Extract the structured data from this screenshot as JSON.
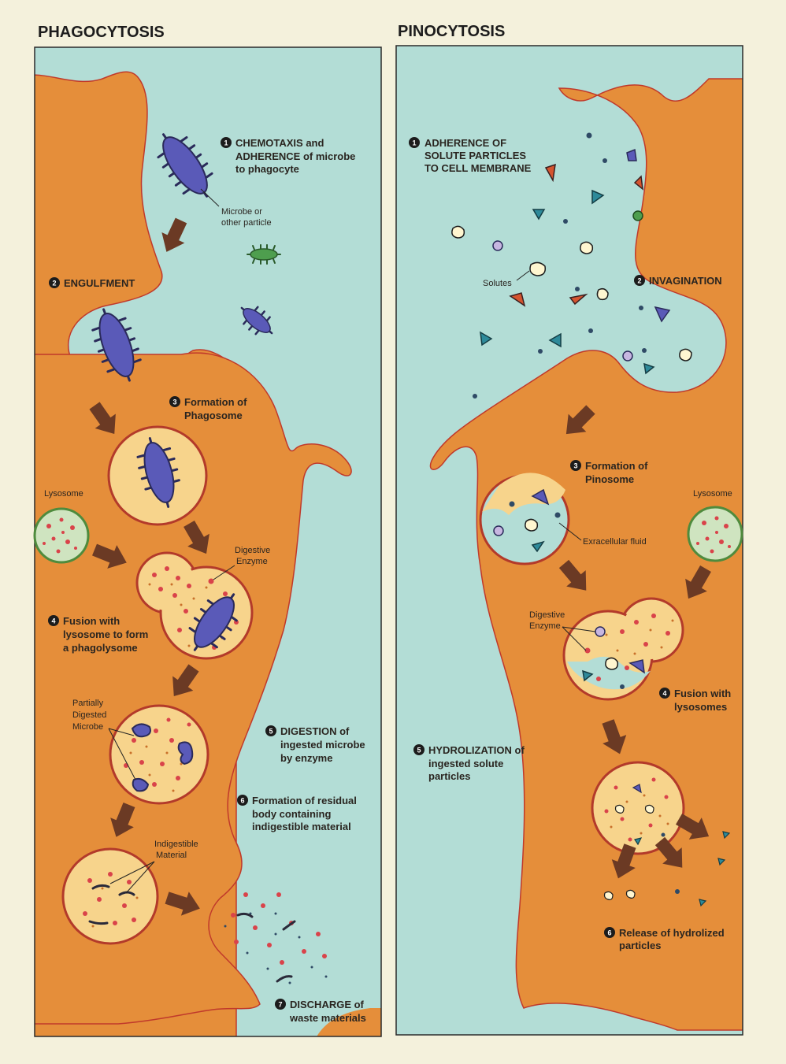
{
  "titles": {
    "left": "PHAGOCYTOSIS",
    "right": "PINOCYTOSIS"
  },
  "colors": {
    "background": "#f4f1dc",
    "extracellular": "#b3ddd6",
    "cytoplasm": "#e58e3a",
    "vesicle_fill": "#f7d48c",
    "vesicle_border": "#b33a2a",
    "microbe": "#5a5ab8",
    "lysosome": "#cfe4c0",
    "arrow": "#6b3a24"
  },
  "phagocytosis": {
    "steps": [
      {
        "num": "1",
        "lines": [
          "CHEMOTAXIS and",
          "ADHERENCE of microbe",
          "to phagocyte"
        ]
      },
      {
        "num": "2",
        "lines": [
          "ENGULFMENT"
        ]
      },
      {
        "num": "3",
        "lines": [
          "Formation of",
          "Phagosome"
        ]
      },
      {
        "num": "4",
        "lines": [
          "Fusion with",
          "lysosome to form",
          "a phagolysome"
        ]
      },
      {
        "num": "5",
        "lines": [
          "DIGESTION of",
          "ingested microbe",
          "by enzyme"
        ]
      },
      {
        "num": "6",
        "lines": [
          "Formation of residual",
          "body containing",
          "indigestible material"
        ]
      },
      {
        "num": "7",
        "lines": [
          "DISCHARGE of",
          "waste materials"
        ]
      }
    ],
    "labels": {
      "microbe": [
        "Microbe or",
        "other particle"
      ],
      "lysosome": [
        "Lysosome"
      ],
      "digestive_enzyme": [
        "Digestive",
        "Enzyme"
      ],
      "partially_digested": [
        "Partially",
        "Digested",
        "Microbe"
      ],
      "indigestible": [
        "Indigestible",
        "Material"
      ]
    }
  },
  "pinocytosis": {
    "steps": [
      {
        "num": "1",
        "lines": [
          "ADHERENCE OF",
          "SOLUTE PARTICLES",
          "TO CELL MEMBRANE"
        ]
      },
      {
        "num": "2",
        "lines": [
          "INVAGINATION"
        ]
      },
      {
        "num": "3",
        "lines": [
          "Formation of",
          "Pinosome"
        ]
      },
      {
        "num": "4",
        "lines": [
          "Fusion with",
          "lysosomes"
        ]
      },
      {
        "num": "5",
        "lines": [
          "HYDROLIZATION of",
          "ingested solute",
          "particles"
        ]
      },
      {
        "num": "6",
        "lines": [
          "Release of hydrolized",
          "particles"
        ]
      }
    ],
    "labels": {
      "solutes": [
        "Solutes"
      ],
      "lysosome": [
        "Lysosome"
      ],
      "extracellular": [
        "Exracellular fluid"
      ],
      "digestive_enzyme": [
        "Digestive",
        "Enzyme"
      ]
    }
  }
}
